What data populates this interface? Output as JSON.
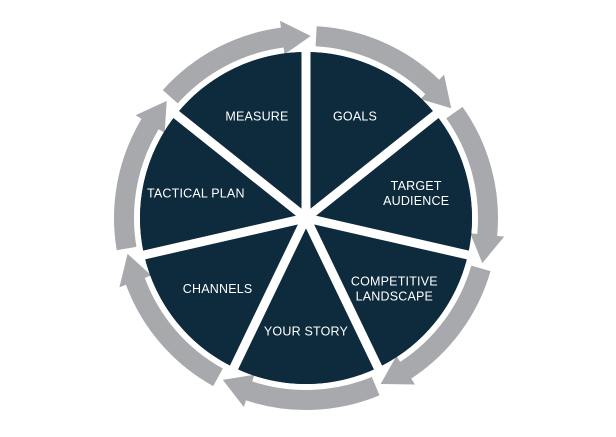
{
  "diagram": {
    "segments": [
      {
        "id": "goals",
        "lines": [
          "GOALS"
        ]
      },
      {
        "id": "target-audience",
        "lines": [
          "TARGET",
          "AUDIENCE"
        ]
      },
      {
        "id": "competitive-landscape",
        "lines": [
          "COMPETITIVE",
          "LANDSCAPE"
        ]
      },
      {
        "id": "your-story",
        "lines": [
          "YOUR STORY"
        ]
      },
      {
        "id": "channels",
        "lines": [
          "CHANNELS"
        ]
      },
      {
        "id": "tactical-plan",
        "lines": [
          "TACTICAL PLAN"
        ]
      },
      {
        "id": "measure",
        "lines": [
          "MEASURE"
        ]
      }
    ],
    "colors": {
      "segment_fill": "#0e2a3d",
      "arrow_fill": "#a7a9ac",
      "separator": "#ffffff",
      "label": "#ffffff"
    }
  }
}
